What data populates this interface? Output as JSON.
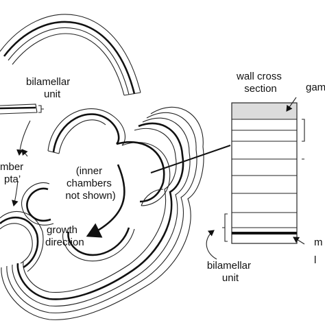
{
  "labels": {
    "bilamellar_unit_top": [
      "bilamellar",
      "unit"
    ],
    "chamber_septa": [
      "mber",
      "pta’"
    ],
    "inner_chambers": [
      "(inner",
      "chambers",
      "not shown)"
    ],
    "growth_direction": [
      "growth",
      "direction"
    ],
    "wall_cross_section": [
      "wall cross",
      "section"
    ],
    "gam": "gam",
    "m": "m",
    "l": "l",
    "bilamellar_unit_bottom": [
      "bilamellar",
      "unit"
    ]
  },
  "colors": {
    "ink": "#111111",
    "gamma_layer": "#dcdcdc",
    "background": "#ffffff"
  }
}
